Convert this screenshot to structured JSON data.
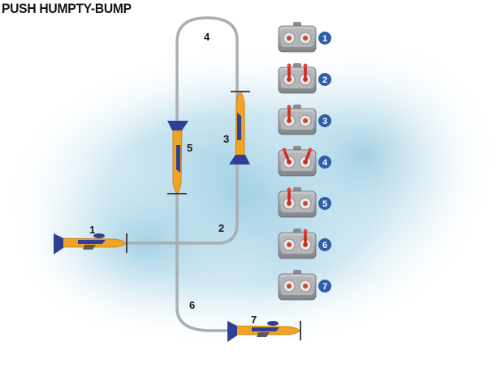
{
  "title": "PUSH HUMPTY-BUMP",
  "steps": [
    {
      "label": "1"
    },
    {
      "label": "2"
    },
    {
      "label": "3"
    },
    {
      "label": "4"
    },
    {
      "label": "5"
    },
    {
      "label": "6"
    },
    {
      "label": "7"
    }
  ],
  "transmitters": [
    {
      "label": "1",
      "sticks": "neutral"
    },
    {
      "label": "2",
      "sticks": "up"
    },
    {
      "label": "3",
      "sticks": "left-up"
    },
    {
      "label": "4",
      "sticks": "outward"
    },
    {
      "label": "5",
      "sticks": "left-up"
    },
    {
      "label": "6",
      "sticks": "right-up"
    },
    {
      "label": "7",
      "sticks": "neutral"
    }
  ],
  "colors": {
    "sky": "#a9d3e8",
    "path": "#a8aeb2",
    "plane_body": "#f3a323",
    "plane_tail": "#2f3f93",
    "transmitter": "#9b9da0",
    "stick": "#cc2a1d",
    "badge": "#2f5ea8"
  }
}
